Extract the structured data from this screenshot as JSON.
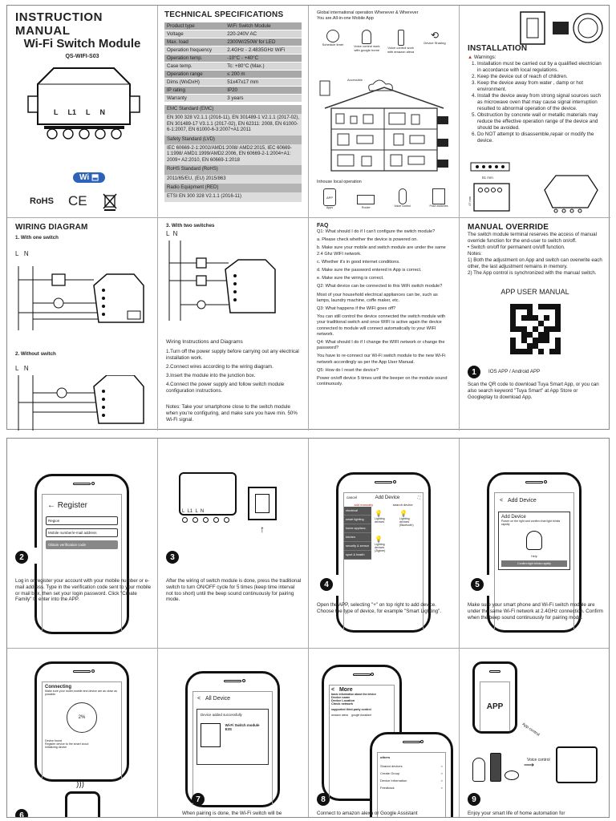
{
  "cover": {
    "title1": "INSTRUCTION MANUAL",
    "title2": "Wi-Fi Switch Module",
    "model": "QS-WIFI-S03",
    "terminals": [
      "L",
      "L1",
      "L",
      "N"
    ],
    "wifi_badge": "Wi",
    "rohs": "RoHS",
    "ce": "CE"
  },
  "specs": {
    "title": "TECHNICAL SPECIFICATIONS",
    "rows": [
      [
        "Product type",
        "WiFi Switch Module"
      ],
      [
        "Voltage",
        "220-240V AC"
      ],
      [
        "Max. load",
        "2300W/250W for LED"
      ],
      [
        "Operation frequency",
        "2.4GHz - 2.4835GHz WiFi"
      ],
      [
        "Operation temp.",
        "-10°C - +40°C"
      ],
      [
        "Case temp.",
        "Tc: +80°C (Max.)"
      ],
      [
        "Operation range",
        "≤ 200 m"
      ],
      [
        "Dims (WxDxH)",
        "51x47x17 mm"
      ],
      [
        "IP rating",
        "IP20"
      ],
      [
        "Warranty",
        "3 years"
      ]
    ],
    "standards": [
      {
        "head": "EMC Standard (EMC)",
        "body": "EN 300 328 V2.1.1 (2016-11), EN 301489-1 V2.1.1 (2017-02), EN 301489-17 V3.1.1 (2017-02), EN 62311: 2008, EN 61000-6-1:2007, EN 61000-6-3:2007+A1:2011"
      },
      {
        "head": "Safety Standard (LVD)",
        "body": "IEC 60669-2-1:2002/AMD1:2008/ AMD2:2015, IEC 60669-1:1998/ AMD1:1999/AMD2:2006, EN 60669-2-1:2004+A1: 2009+ A2:2010, EN 60669-1:2018"
      },
      {
        "head": "RoHS Standard (RoHS)",
        "body": "2011/65/EU, (EU) 2015/863"
      },
      {
        "head": "Radio Equipment (RED)",
        "body": "ETSI EN 300 328 V2.1.1 (2016-11)"
      }
    ]
  },
  "overview": {
    "line1": "Global international operation Whenever & Wherever",
    "line2": "You are.All-in-one Mobile App",
    "labels": [
      "Schedule timer",
      "Voice control work with google home",
      "Voice control work with amazon alexa",
      "Device Sharing"
    ],
    "accessible": "Accessible",
    "inhouse": "Inhouse local operation",
    "bottom_labels": [
      "Apps",
      "Router",
      "Voice control",
      "Push switches"
    ],
    "app": "APP"
  },
  "install": {
    "title": "INSTALLATION",
    "warnings_head": "Warnings:",
    "items": [
      "Installation must be carried out by a qualified electrician in accordance with local regulations.",
      "Keep the device out of reach of children.",
      "Keep the device away from water , damp or hot environment.",
      "Install the device away from strong signal sources such as microwave oven that may cause signal interruption resulted to abnormal operation of the device.",
      "Obstruction by concrete wall or metallic materials may reduce the effective operation range of the device and should be avoided.",
      "Do NOT attempt to disassemble,repair or modify the device."
    ],
    "dim_w": "51 mm",
    "dim_h": "47 mm"
  },
  "wiring": {
    "title": "WIRING DIAGRAM",
    "sub1": "1. With one switch",
    "sub2": "2. Without switch",
    "ln": "L   N"
  },
  "wiring2": {
    "sub3": "3. With two switches",
    "ln": "L  N",
    "instr_title": "Wiring Instructions and Diagrams",
    "steps": [
      "1.Turn off the power supply before carrying out any electrical installation work.",
      "2.Connect wires according to the wiring diagram.",
      "3.Insert the module into the junction box.",
      "4.Connect the power supply and follow switch module configuration instructions."
    ],
    "notes": "Notes: Take your smartphone close to the switch module when you're configuring, and make sure you have min. 50% Wi-Fi signal."
  },
  "faq": {
    "title": "FAQ",
    "items": [
      "Q1: What should I do if I can't configure the switch module?",
      "a. Please check whether the device is powered on.",
      "b. Make sure your mobile and switch module are under the same 2.4 Ghz WIFI network.",
      "c. Whether it's in good internet conditions.",
      "d. Make sure the password entered in App is correct.",
      "e. Make sure the wiring is correct.",
      "Q2: What device can be connected to this WiFi switch module?",
      "Most of your household electrical appliances can be, such as lamps, laundry machine, coffe maker, etc.",
      "Q3: What happens if the WIFI goes off?",
      "You can still control the device connected the switch module with your traditional switch and once WIFI is active again the device connected to module will connect automatically to your WIFI network.",
      "Q4: What should I do if I change the WIFI network or change the password?",
      "You have to re-connect our Wi-Fi switch module to the new Wi-Fi network accordingly as per the App User Manual.",
      "Q5: How do I reset the device?",
      "Power on/off device 5 times until the beeper on the module sound continuously."
    ]
  },
  "override": {
    "title": "MANUAL OVERRIDE",
    "p1": "The switch module terminal reserves the access of manual override function for the end-user to switch on/off.",
    "p2": "• Switch on/off for permanent on/off function.",
    "notes_head": "Notes:",
    "n1": "1)  Both the adjustment on App and switch can overwrite each other, the last adjustment remains in memory.",
    "n2": "2)  The App control is synchronized with the manual switch.",
    "app_title": "APP USER MANUAL",
    "step_no": "1",
    "store": "IOS APP / Android APP",
    "scan": "Scan the QR code to download Tuya Smart App, or you can also search keyword \"Tuya Smart\" at App Store or Googleplay to download App."
  },
  "steps": {
    "s2": {
      "no": "2",
      "screen_title": "← Register",
      "f1": "Region",
      "f2": "Mobile number/e-mail address",
      "btn": "Obtain verification code",
      "text": "Log in or register your account with your mobile number or e-mail address. Type in the verification code sent to your mobile or mail box, then set your login password. Click \"Create Family\" to enter into the APP."
    },
    "s3": {
      "no": "3",
      "terminals": "L  L1  L  N",
      "text": "After the wiring of switch module is done, press the traditional switch to turn ON/OFF cycle for 5 times (keep time interval not too short) until the beep sound continuously for pairing mode."
    },
    "s4": {
      "no": "4",
      "cancel": "cancel",
      "title": "Add Device",
      "tab1": "add manually",
      "tab2": "search device",
      "cats": [
        "electrical",
        "smart lighting",
        "home applianc.",
        "kitchen",
        "security & sensor",
        "sport & health"
      ],
      "dev1": "Lighting devices",
      "dev2": "Lighting devices (Bluetooth)",
      "dev3": "Lighting devices (Zigbee)",
      "text": "Open the APP, selecting \"+\" on top right to add device. Choose the type of device, for example \"Smart Lighting\"."
    },
    "s5": {
      "no": "5",
      "title": "Add Device",
      "card_title": "Add Device",
      "card_sub": "Power on the light and confirm that light blinks rapidly",
      "help": "Help",
      "btn": "Confirm light blinks rapidly",
      "text": "Make sure your smart phone and Wi-Fi switch module are under the same Wi-Fi network at 2.4GHz connection. Confirm when the beep sound continuously for pairing mode."
    },
    "s6": {
      "no": "6",
      "title": "Connecting",
      "sub": "Make sure your router,mobile and device are as close as possible",
      "pct": "2%",
      "lines": [
        "Device found",
        "Register device to the smart cloud",
        "Initializing device"
      ]
    },
    "s7": {
      "no": "7",
      "title": "All Device",
      "msg": "Device added successfully",
      "name": "Wi-Fi Switch module E3S",
      "text": "When pairing is done, the Wi-Fi switch will be"
    },
    "s8": {
      "no": "8",
      "title": "More",
      "section": "basic information about the device",
      "items": [
        "Device name",
        "Device Location",
        "Check network"
      ],
      "third": "supported third-party control",
      "alexa": "amazon alexa",
      "google": "google Assistant",
      "others": "others",
      "menu": [
        "Shared devices",
        "Create Group",
        "Device Information",
        "Feedback"
      ],
      "text": "Connect to amazon alexa or Google Assistant"
    },
    "s9": {
      "no": "9",
      "app": "APP",
      "app_control": "App control",
      "voice_control": "Voice control",
      "text": "Enjoy your smart life of home automation for"
    }
  }
}
